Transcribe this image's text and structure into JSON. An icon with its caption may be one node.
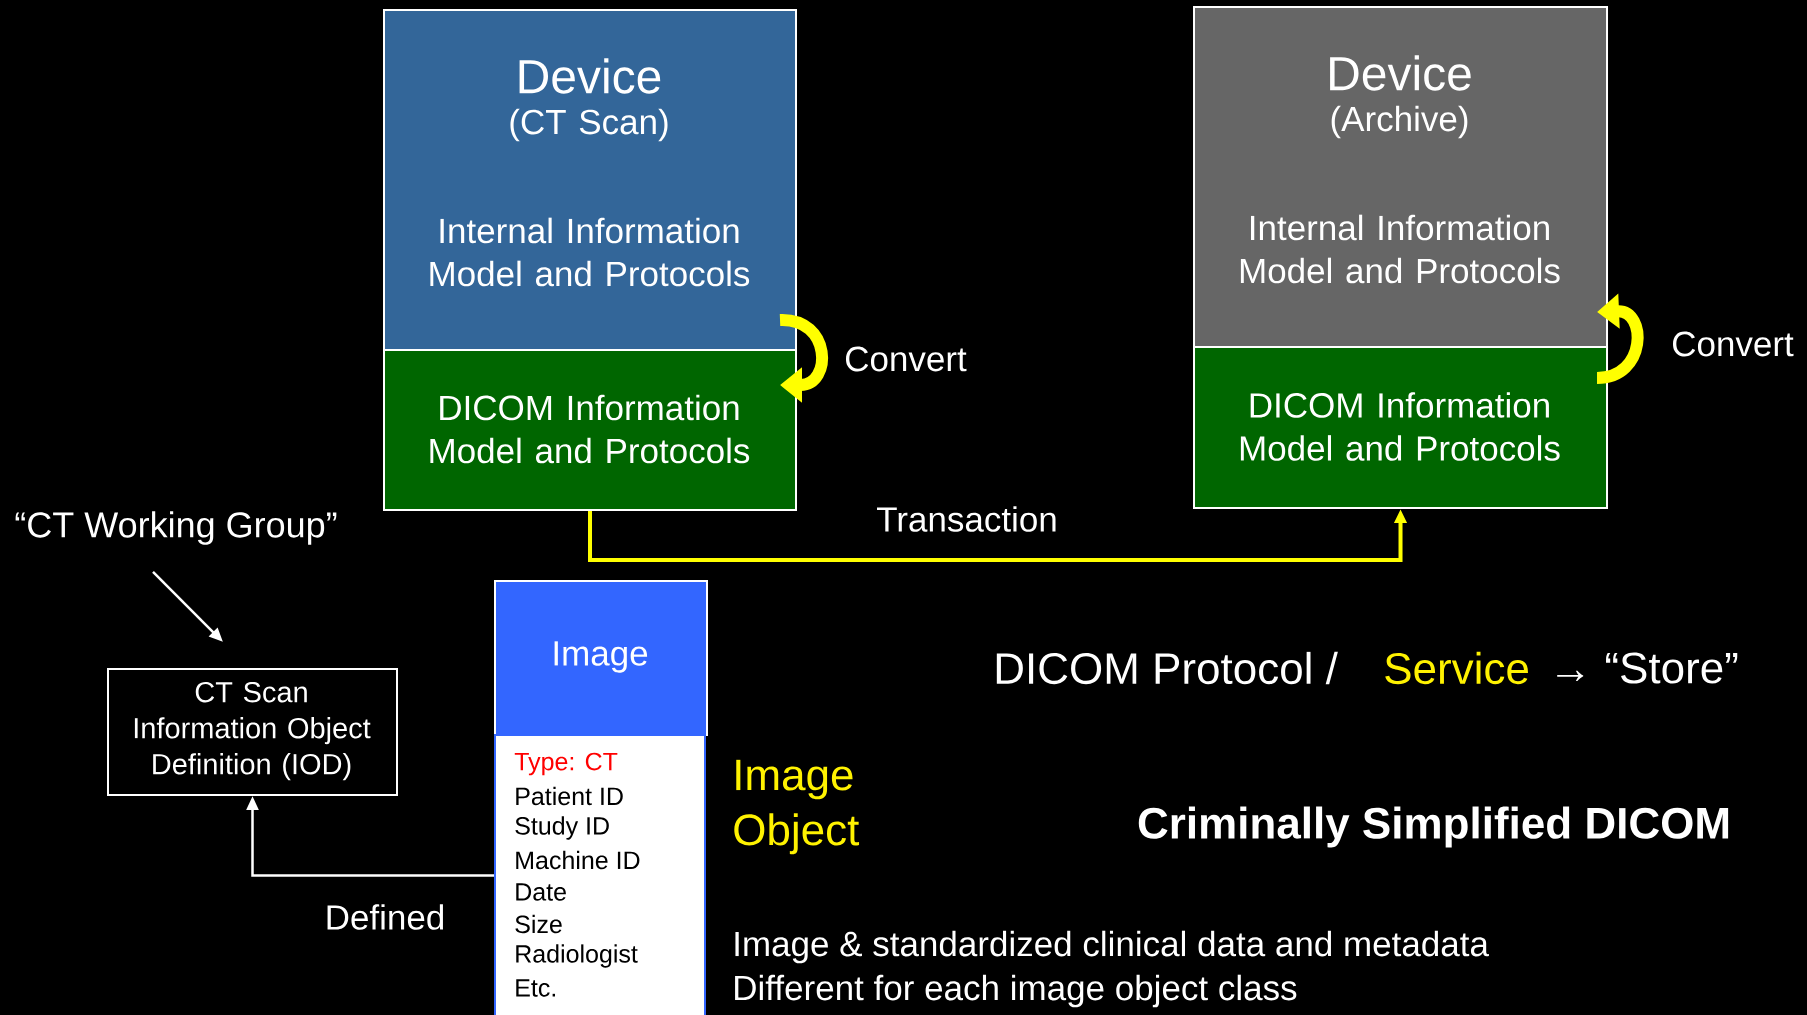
{
  "diagram": {
    "nodes": [
      {
        "text": [
          "Device",
          "(CT Scan)",
          "Internal Information Model and Protocols"
        ]
      },
      {
        "text": [
          "DICOM Information Model and Protocols"
        ]
      },
      {
        "text": [
          "Device",
          "(Archive)",
          "Internal Information Model and Protocols"
        ]
      },
      {
        "text": [
          "DICOM Information Model and Protocols"
        ]
      },
      {
        "text": [
          "Image"
        ]
      },
      {
        "text": [
          "Type: CT",
          "Patient ID",
          "Study ID",
          "Machine ID",
          "Date",
          "Size",
          "Radiologist",
          "Etc."
        ]
      },
      {
        "text": [
          "CT Scan Information Object Definition (IOD)"
        ]
      },
      {
        "text": [
          "“CT Working Group”"
        ]
      }
    ],
    "edges": [
      {
        "from": 0,
        "to": 1,
        "arrow": "to",
        "label": "Convert",
        "style": "thick"
      },
      {
        "from": 3,
        "to": 2,
        "arrow": "to",
        "label": "Convert",
        "style": "thick"
      },
      {
        "from": 1,
        "to": 3,
        "arrow": "to",
        "label": "Transaction"
      },
      {
        "from": 5,
        "to": 6,
        "arrow": "to",
        "label": "Defined",
        "color": "#ffffff"
      },
      {
        "from": 7,
        "to": 6,
        "arrow": "to",
        "color": "#ffffff"
      }
    ],
    "labels": [
      "DICOM Protocol /",
      "Service",
      "→ “Store”",
      "Image Object",
      "Criminally Simplified DICOM",
      "Image & standardized clinical data and metadata",
      "Different for each image object class"
    ]
  }
}
